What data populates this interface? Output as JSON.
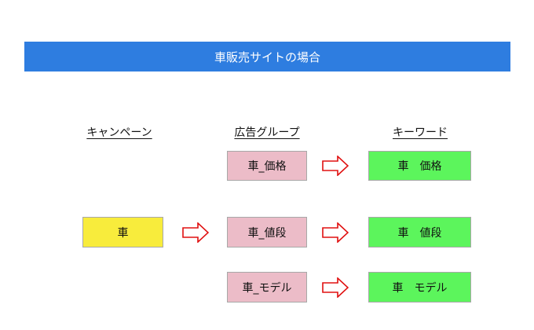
{
  "banner": {
    "title": "車販売サイトの場合",
    "color": "#2e7de0"
  },
  "headers": {
    "campaign": "キャンペーン",
    "adgroup": "広告グループ",
    "keyword": "キーワード"
  },
  "campaign": {
    "label": "車",
    "color": "#f8ec3c"
  },
  "adgroups": [
    {
      "label": "車_価格"
    },
    {
      "label": "車_値段"
    },
    {
      "label": "車_モデル"
    }
  ],
  "keywords": [
    {
      "label": "車　価格"
    },
    {
      "label": "車　値段"
    },
    {
      "label": "車　モデル"
    }
  ],
  "colors": {
    "adgroup": "#ecbcc8",
    "keyword": "#5cf55c",
    "arrow_stroke": "#e01010"
  }
}
